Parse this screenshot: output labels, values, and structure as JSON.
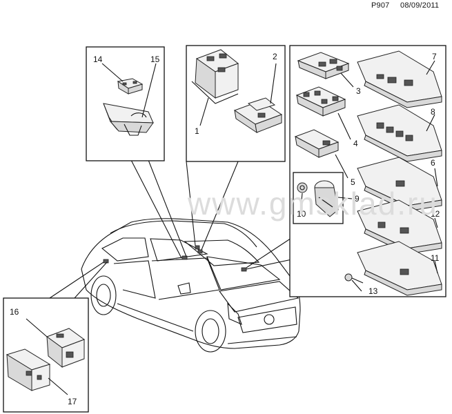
{
  "header": {
    "code": "P907",
    "date": "08/09/2011"
  },
  "watermark": "www.gmsklad.ru",
  "callouts": {
    "n1": "1",
    "n2": "2",
    "n3": "3",
    "n4": "4",
    "n5": "5",
    "n6": "6",
    "n7": "7",
    "n8": "8",
    "n9": "9",
    "n10": "10",
    "n11": "11",
    "n12": "12",
    "n13": "13",
    "n14": "14",
    "n15": "15",
    "n16": "16",
    "n17": "17"
  }
}
